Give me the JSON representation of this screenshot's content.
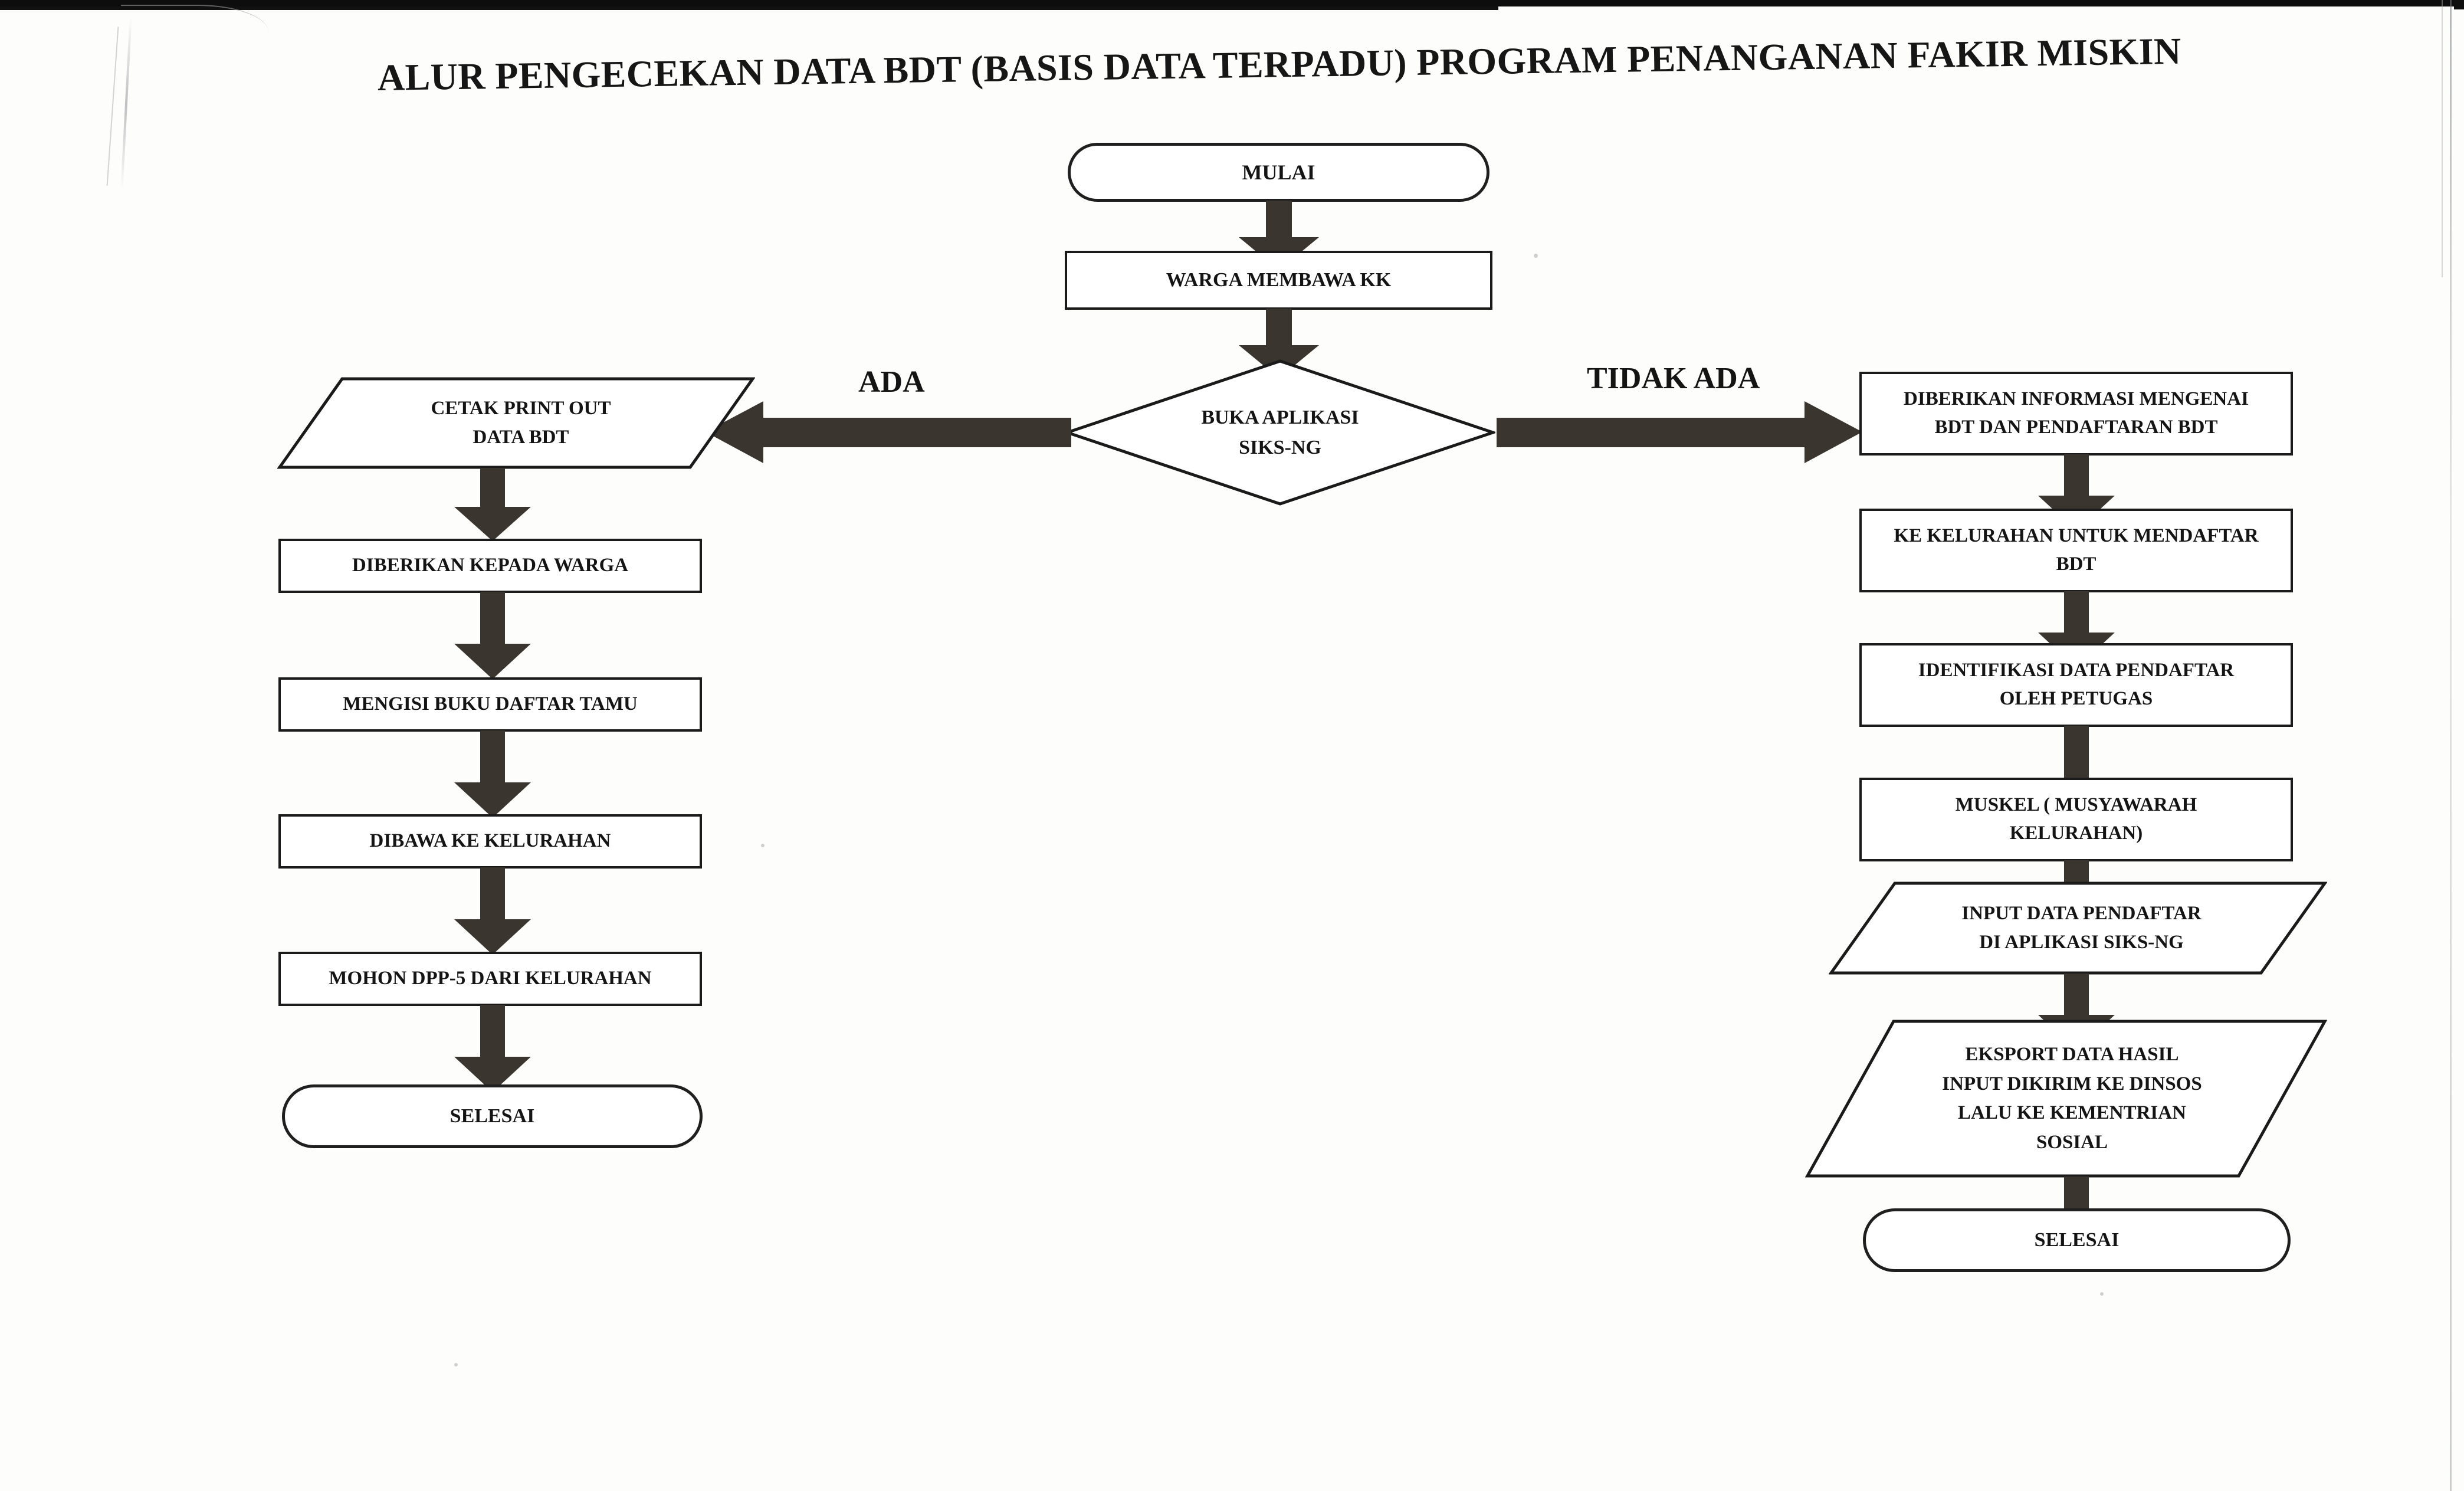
{
  "document": {
    "title": "ALUR PENGECEKAN DATA BDT (BASIS DATA TERPADU) PROGRAM PENANGANAN FAKIR MISKIN"
  },
  "flow": {
    "start": {
      "label": "MULAI",
      "shape": "terminal"
    },
    "step_kk": {
      "label": "WARGA MEMBAWA KK",
      "shape": "process"
    },
    "decision": {
      "label": "BUKA APLIKASI\nSIKS-NG",
      "shape": "decision"
    },
    "branch_yes_label": "ADA",
    "branch_no_label": "TIDAK ADA"
  },
  "left_branch": {
    "nodes": [
      {
        "label": "CETAK PRINT OUT\nDATA BDT",
        "shape": "data"
      },
      {
        "label": "DIBERIKAN KEPADA WARGA",
        "shape": "process"
      },
      {
        "label": "MENGISI BUKU DAFTAR TAMU",
        "shape": "process"
      },
      {
        "label": "DIBAWA KE KELURAHAN",
        "shape": "process"
      },
      {
        "label": "MOHON DPP-5 DARI KELURAHAN",
        "shape": "process"
      },
      {
        "label": "SELESAI",
        "shape": "terminal"
      }
    ]
  },
  "right_branch": {
    "nodes": [
      {
        "label": "DIBERIKAN INFORMASI MENGENAI\nBDT DAN PENDAFTARAN BDT",
        "shape": "process"
      },
      {
        "label": "KE KELURAHAN UNTUK MENDAFTAR\nBDT",
        "shape": "process"
      },
      {
        "label": "IDENTIFIKASI DATA PENDAFTAR\nOLEH PETUGAS",
        "shape": "process"
      },
      {
        "label": "MUSKEL ( MUSYAWARAH\nKELURAHAN)",
        "shape": "process"
      },
      {
        "label": "INPUT DATA PENDAFTAR\nDI APLIKASI SIKS-NG",
        "shape": "data"
      },
      {
        "label": "EKSPORT DATA HASIL\nINPUT DIKIRIM KE DINSOS\nLALU KE KEMENTRIAN\nSOSIAL",
        "shape": "data"
      },
      {
        "label": "SELESAI",
        "shape": "terminal"
      }
    ]
  },
  "colors": {
    "ink": "#141414",
    "outline": "#1a1a1a",
    "arrow_fill": "#3a352e",
    "paper": "#fdfdfc"
  }
}
